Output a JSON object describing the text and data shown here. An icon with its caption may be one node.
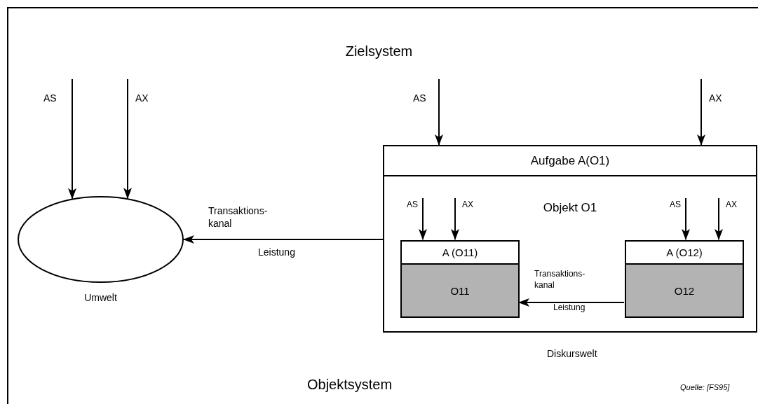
{
  "diagram": {
    "title": "Zielsystem",
    "nodes": [
      {
        "text": [],
        "shape": "ellipse",
        "beside": [
          "Umwelt"
        ]
      },
      {
        "text": [
          "Aufgabe A(O1)",
          "Objekt O1"
        ]
      },
      {
        "text": [
          "A (O11)",
          "O11"
        ],
        "in": 1
      },
      {
        "text": [
          "A (O12)",
          "O12"
        ],
        "in": 1
      }
    ],
    "edges": [
      {
        "from": null,
        "to": 0,
        "arrow": "to",
        "label": "AS"
      },
      {
        "from": null,
        "to": 0,
        "arrow": "to",
        "label": "AX"
      },
      {
        "from": null,
        "to": 1,
        "arrow": "to",
        "label": "AS"
      },
      {
        "from": null,
        "to": 1,
        "arrow": "to",
        "label": "AX"
      },
      {
        "from": null,
        "to": 2,
        "arrow": "to",
        "label": "AS"
      },
      {
        "from": null,
        "to": 2,
        "arrow": "to",
        "label": "AX"
      },
      {
        "from": null,
        "to": 3,
        "arrow": "to",
        "label": "AS"
      },
      {
        "from": null,
        "to": 3,
        "arrow": "to",
        "label": "AX"
      },
      {
        "from": 1,
        "to": 0,
        "arrow": "to",
        "label": "Transaktions- kanal"
      },
      {
        "from": 3,
        "to": 2,
        "arrow": "to",
        "label": "Transaktions- kanal"
      }
    ],
    "labels": [
      "Leistung",
      "Leistung",
      "Diskurswelt",
      "Objektsystem",
      "Quelle: [FS95]"
    ]
  }
}
